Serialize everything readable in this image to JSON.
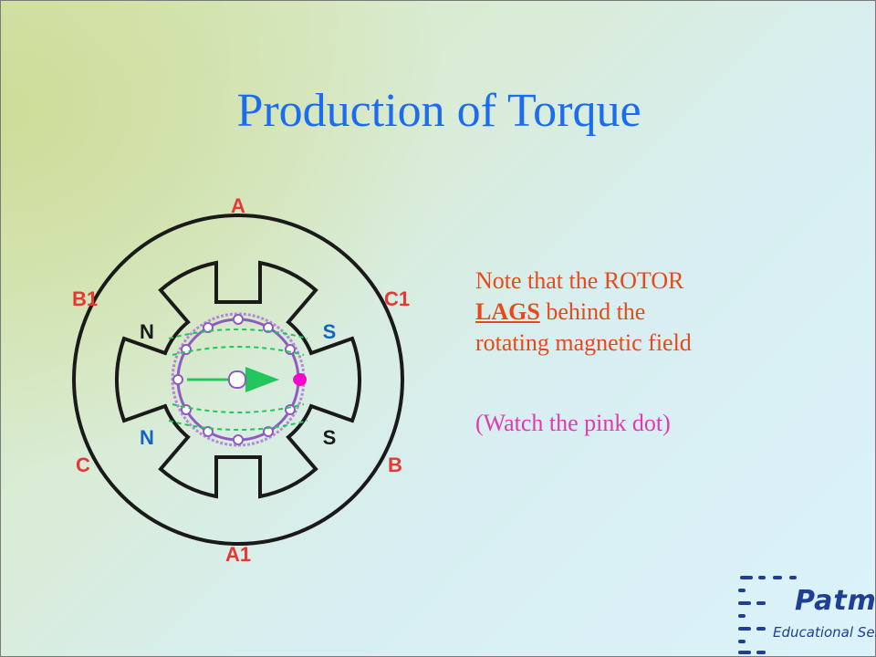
{
  "slide": {
    "title": "Production of Torque"
  },
  "diagram": {
    "labels": {
      "top": "A",
      "bottom": "A1",
      "upper_left": "B1",
      "upper_right": "C1",
      "lower_left": "C",
      "lower_right": "B"
    },
    "poles": {
      "upper_left": "N",
      "lower_left": "N",
      "upper_right": "S",
      "lower_right": "S"
    },
    "colors": {
      "label": "#e53935",
      "pole_blue": "#1565c0",
      "stator": "#1a1a1a",
      "rotor": "#8e5bbf",
      "field": "#22c55e",
      "dot": "#ff00cc"
    }
  },
  "note": {
    "line1": "Note that the ROTOR",
    "lags": "LAGS",
    "line2_rest": " behind the",
    "line3": "rotating magnetic  field",
    "watch": "(Watch the pink dot)"
  },
  "logo": {
    "name": "Patmar",
    "subtitle": "Educational Services"
  }
}
